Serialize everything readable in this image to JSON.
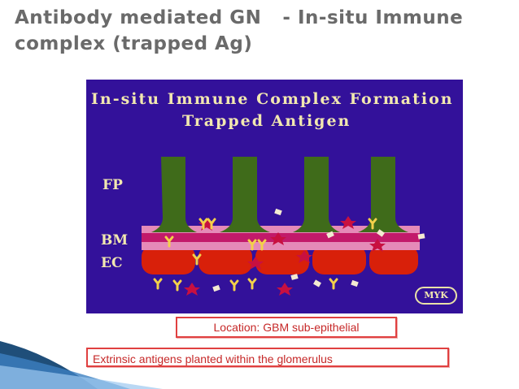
{
  "slide": {
    "title_line1": "Antibody mediated GN",
    "title_line1_suffix": "- In-situ Immune",
    "title_line2": "complex  (trapped Ag)"
  },
  "figure": {
    "heading1": "In-situ  Immune  Complex  Formation",
    "heading2": "Trapped  Antigen",
    "label_fp": "FP",
    "label_bm": "BM",
    "label_ec": "EC",
    "badge": "MYK",
    "colors": {
      "background": "#33119a",
      "foot_process": "#3f6b1a",
      "membrane_pink": "#e58ab8",
      "membrane_magenta": "#c21a6a",
      "endothelium": "#d8200a",
      "antibody": "#f3d04a",
      "antigen": "#f3ead2",
      "immune_complex": "#c81040"
    }
  },
  "callouts": {
    "location": "Location: GBM sub-epithelial",
    "extrinsic": "Extrinsic antigens planted within the glomerulus"
  }
}
